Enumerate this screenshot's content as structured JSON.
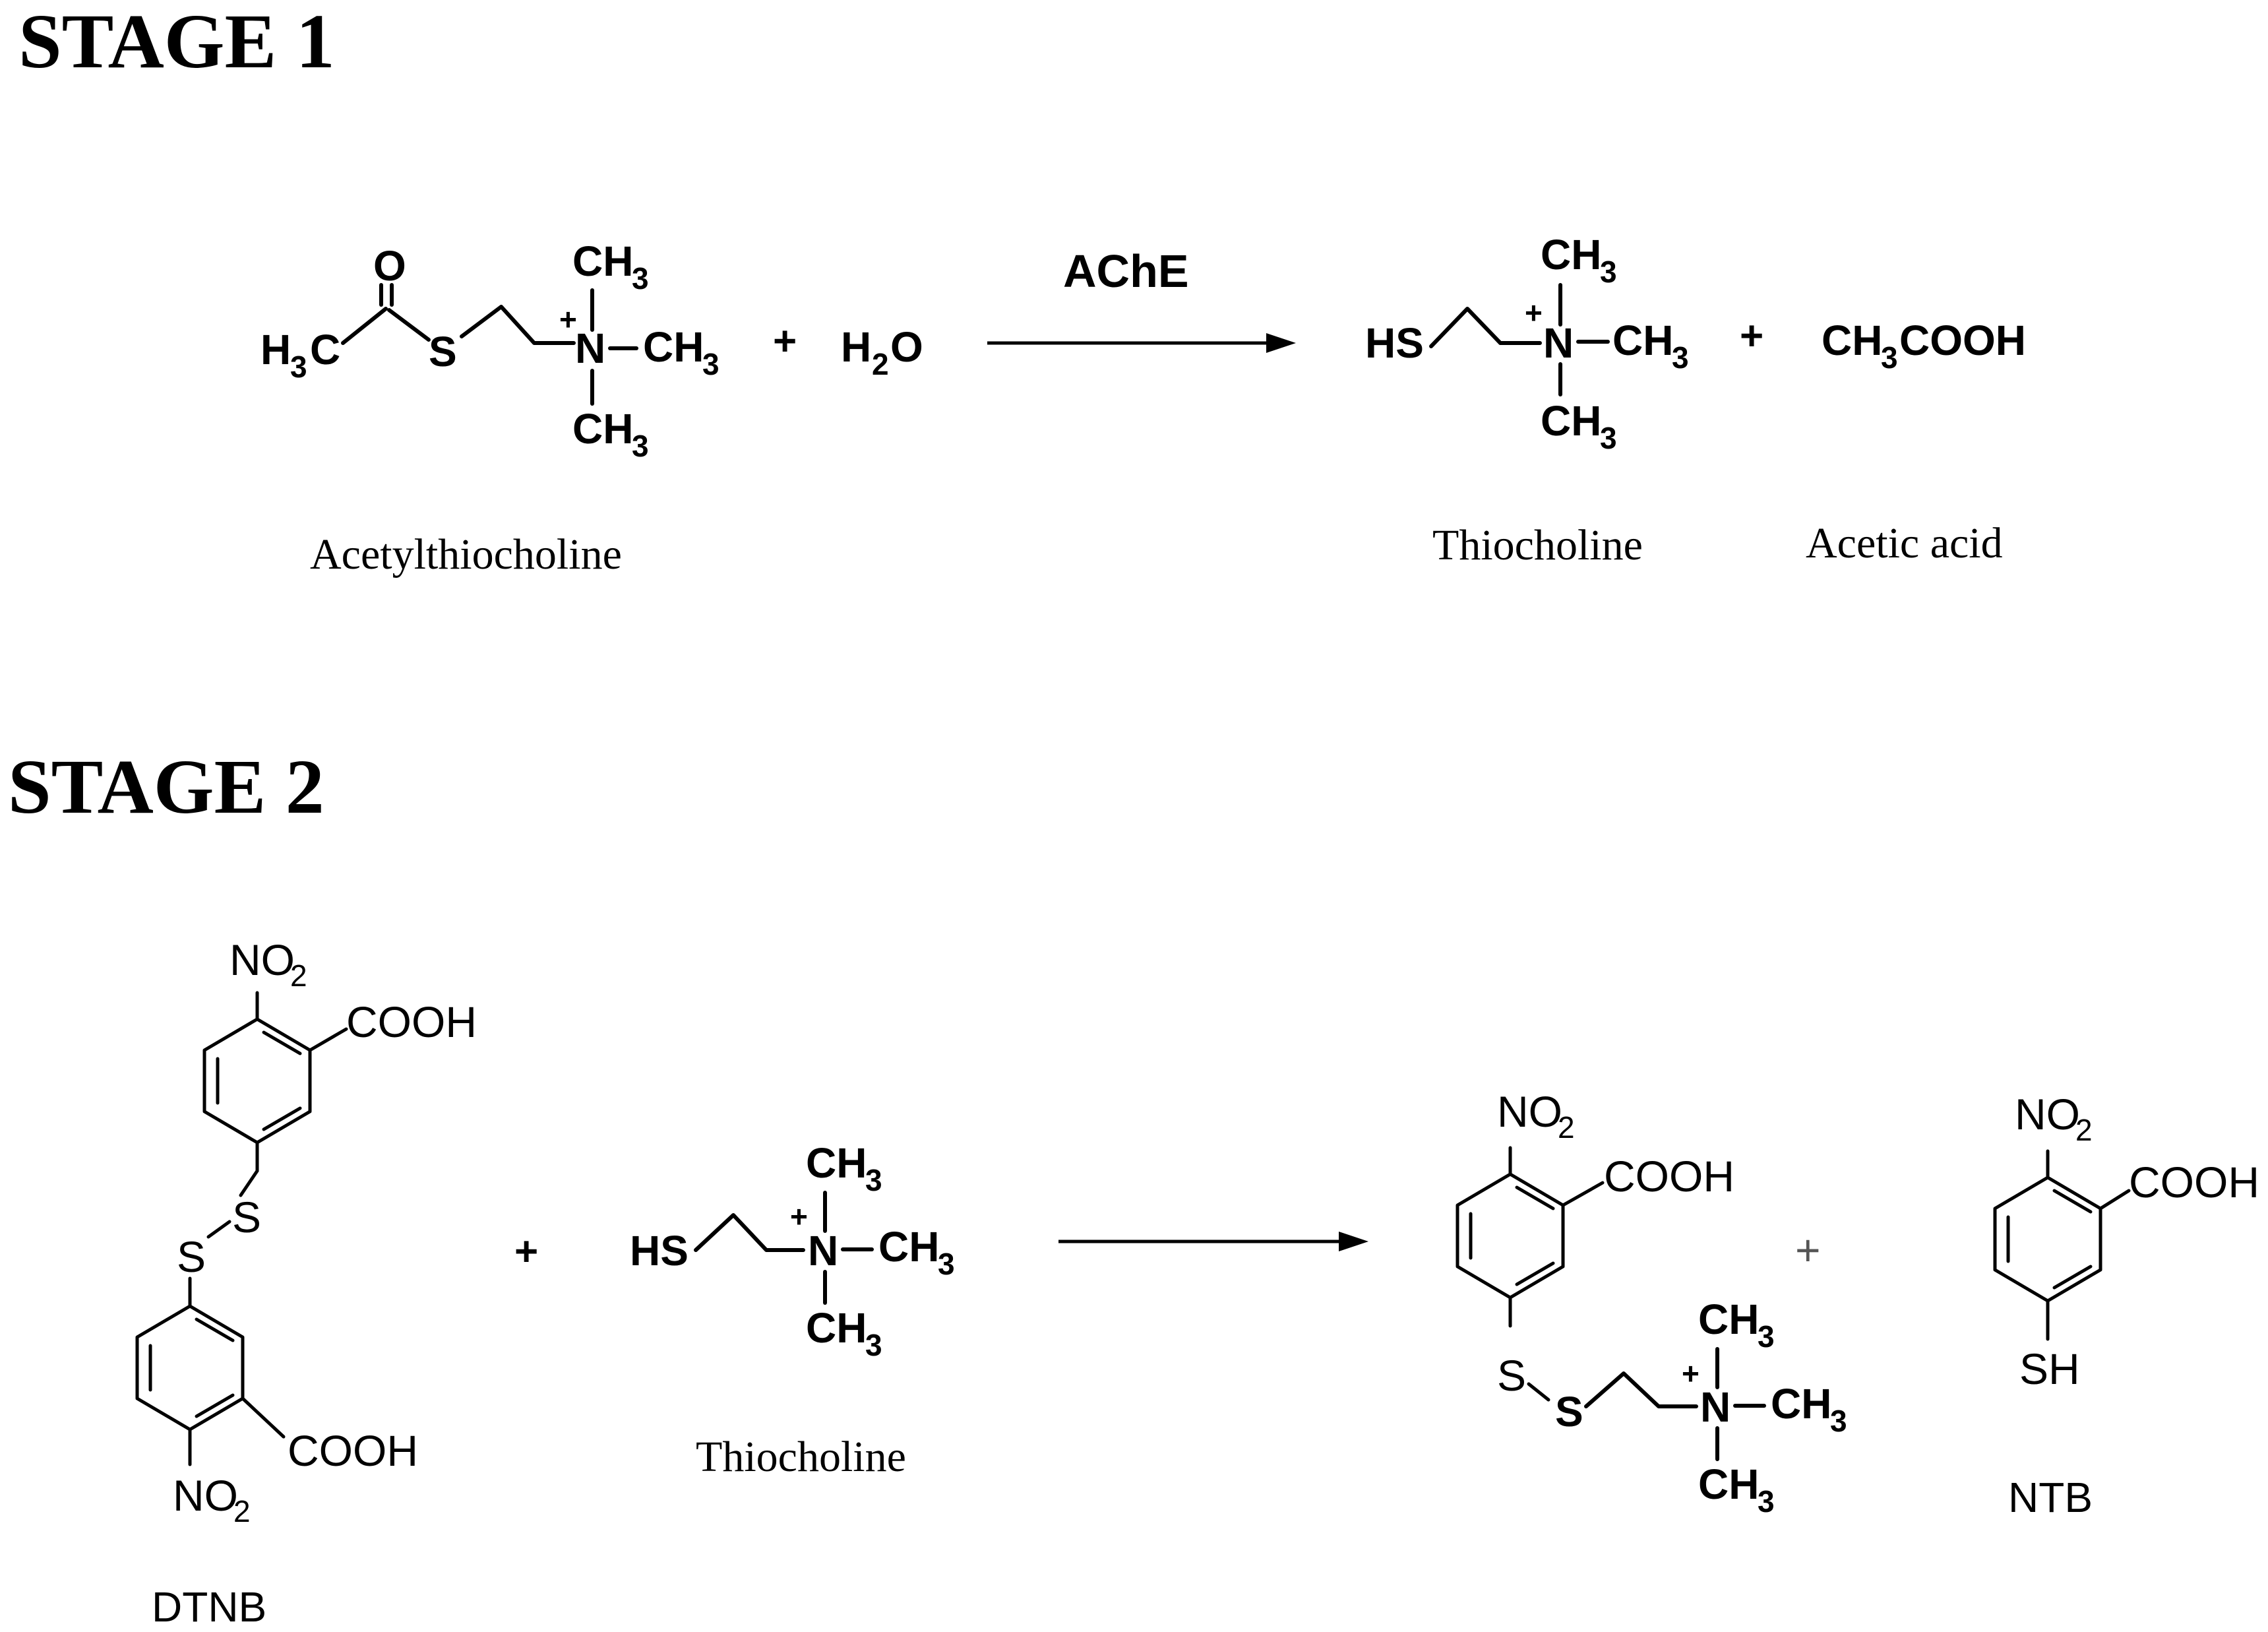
{
  "stages": [
    {
      "heading": "STAGE 1",
      "enzyme": "AChE",
      "plus": "+",
      "reactants": [
        {
          "name": "Acetylthiocholine"
        },
        {
          "formula": "H2O"
        }
      ],
      "products": [
        {
          "name": "Thiocholine"
        },
        {
          "name": "Acetic acid",
          "formula": "CH3COOH"
        }
      ]
    },
    {
      "heading": "STAGE 2",
      "plus": "+",
      "reactants": [
        {
          "name": "DTNB"
        },
        {
          "name": "Thiocholine"
        }
      ],
      "products": [
        {
          "name": "NTB"
        }
      ]
    }
  ],
  "atom_labels": {
    "O": "O",
    "S": "S",
    "N": "N",
    "HS": "HS",
    "SH": "SH",
    "H": "H",
    "C": "C",
    "CH": "CH",
    "COOH": "COOH",
    "NO": "NO",
    "sub2": "2",
    "sub3": "3",
    "charge": "+"
  }
}
